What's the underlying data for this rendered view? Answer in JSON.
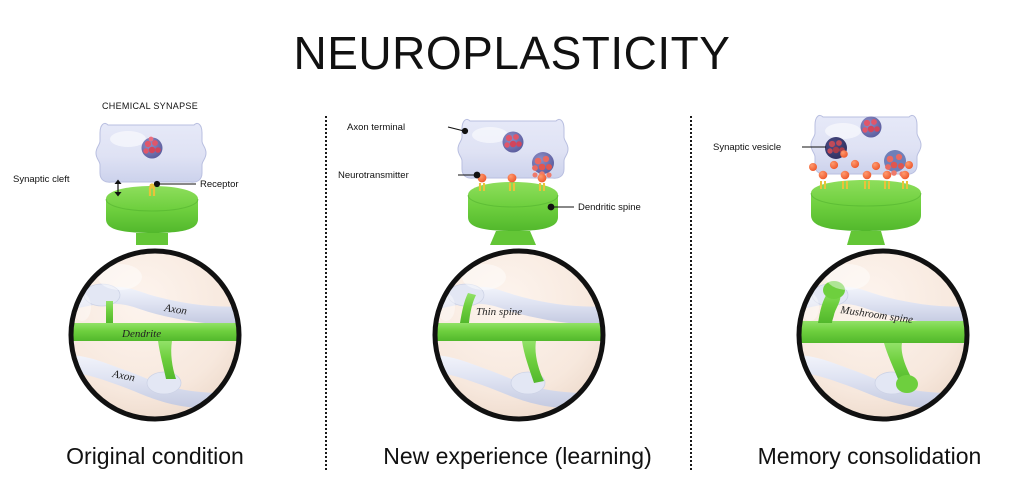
{
  "page": {
    "title": "NEUROPLASTICITY",
    "background_color": "#ffffff"
  },
  "colors": {
    "axon_terminal": "#dfe2f4",
    "axon_terminal_stroke": "#b9bfe0",
    "dendritic_spine": "#6ecf3e",
    "dendritic_spine_dark": "#4aa82a",
    "vesicle_outer": "#6d6fb0",
    "vesicle_dot": "#e0566a",
    "neurotransmitter": "#f4663a",
    "receptor_stem": "#e8c33a",
    "circle_border": "#111111",
    "circle_fill": "#f7e8dd",
    "axon_fiber": "#dfe3f2",
    "text": "#111111",
    "divider": "#1a1a1a"
  },
  "panels": [
    {
      "id": "panel-original",
      "caption": "Original condition",
      "diagram_title": "CHEMICAL SYNAPSE",
      "labels": [
        {
          "name": "synaptic-cleft",
          "text": "Synaptic cleft"
        },
        {
          "name": "receptor",
          "text": "Receptor"
        }
      ],
      "circle_labels": [
        {
          "name": "axon-upper",
          "text": "Axon"
        },
        {
          "name": "dendrite",
          "text": "Dendrite"
        },
        {
          "name": "axon-lower",
          "text": "Axon"
        }
      ],
      "spine_type": "stub",
      "neurotransmitter_count": 0,
      "receptor_count": 1,
      "vesicle_count": 1
    },
    {
      "id": "panel-new-experience",
      "caption": "New experience (learning)",
      "diagram_title": "",
      "labels": [
        {
          "name": "axon-terminal",
          "text": "Axon terminal"
        },
        {
          "name": "neurotransmitter",
          "text": "Neurotransmitter"
        },
        {
          "name": "dendritic-spine",
          "text": "Dendritic spine"
        }
      ],
      "circle_labels": [
        {
          "name": "thin-spine",
          "text": "Thin spine"
        }
      ],
      "spine_type": "thin",
      "neurotransmitter_count": 3,
      "receptor_count": 3,
      "vesicle_count": 2
    },
    {
      "id": "panel-memory-consolidation",
      "caption": "Memory consolidation",
      "diagram_title": "",
      "labels": [
        {
          "name": "synaptic-vesicle",
          "text": "Synaptic vesicle"
        }
      ],
      "circle_labels": [
        {
          "name": "mushroom-spine",
          "text": "Mushroom spine"
        }
      ],
      "spine_type": "mushroom",
      "neurotransmitter_count": 12,
      "receptor_count": 6,
      "vesicle_count": 3
    }
  ]
}
